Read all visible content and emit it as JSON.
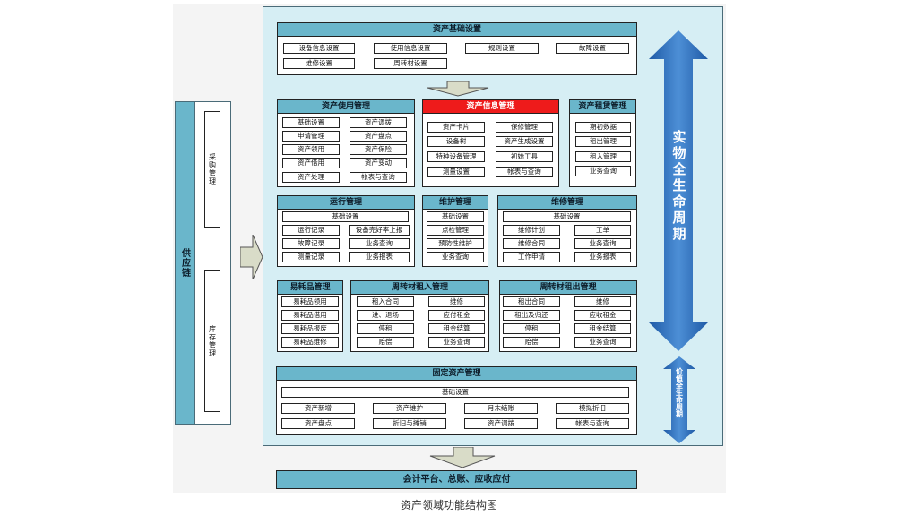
{
  "caption": "资产领域功能结构图",
  "supply_chain": {
    "label": "供应链",
    "items": [
      "采购管理",
      "库存管理"
    ]
  },
  "lifecycle": {
    "physical": "实物全生命周期",
    "value": "价值全生命周期"
  },
  "bottom_bar": "会计平台、总账、应收应付",
  "modules": {
    "basic_settings": {
      "title": "资产基础设置",
      "items": [
        "设备信息设置",
        "使用信息设置",
        "规则设置",
        "故障设置",
        "维修设置",
        "周转材设置"
      ]
    },
    "usage": {
      "title": "资产使用管理",
      "items": [
        "基础设置",
        "资产调拨",
        "申请管理",
        "资产盘点",
        "资产领用",
        "资产保险",
        "资产借用",
        "资产变动",
        "资产处理",
        "帐表与查询"
      ]
    },
    "info": {
      "title": "资产信息管理",
      "items": [
        "资产卡片",
        "保修管理",
        "设备树",
        "资产生成设置",
        "特种设备管理",
        "初始工具",
        "测量设置",
        "帐表与查询"
      ]
    },
    "lease": {
      "title": "资产租赁管理",
      "items": [
        "期初数据",
        "租出管理",
        "租入管理",
        "业务查询"
      ]
    },
    "operation": {
      "title": "运行管理",
      "items": [
        "基础设置",
        "运行记录",
        "设备完好率上报",
        "故障记录",
        "业务查询",
        "测量记录",
        "业务报表"
      ]
    },
    "maintain": {
      "title": "维护管理",
      "items": [
        "基础设置",
        "点检管理",
        "预防性维护",
        "业务查询"
      ]
    },
    "repair": {
      "title": "维修管理",
      "items": [
        "基础设置",
        "维修计划",
        "工单",
        "维修合同",
        "业务查询",
        "工作申请",
        "业务报表"
      ]
    },
    "consumables": {
      "title": "易耗品管理",
      "items": [
        "易耗品领用",
        "易耗品借用",
        "易耗品报废",
        "易耗品维修"
      ]
    },
    "turnover_in": {
      "title": "周转材租入管理",
      "items": [
        "租入合同",
        "维修",
        "进、退场",
        "应付租金",
        "停租",
        "租金结算",
        "赔偿",
        "业务查询"
      ]
    },
    "turnover_out": {
      "title": "周转材租出管理",
      "items": [
        "租出合同",
        "维修",
        "租出及归还",
        "应收租金",
        "停租",
        "租金结算",
        "赔偿",
        "业务查询"
      ]
    },
    "fixed": {
      "title": "固定资产管理",
      "items": [
        "基础设置",
        "资产新增",
        "资产维护",
        "月末结账",
        "模拟折旧",
        "资产盘点",
        "折旧与摊销",
        "资产调拨",
        "帐表与查询"
      ]
    }
  },
  "colors": {
    "header": "#6ab6cb",
    "highlight_header": "#ee1b1b",
    "panel": "#d6eef4",
    "arrow_blue": "#2f6fb8",
    "arrow_grey": "#d9dcc8"
  }
}
